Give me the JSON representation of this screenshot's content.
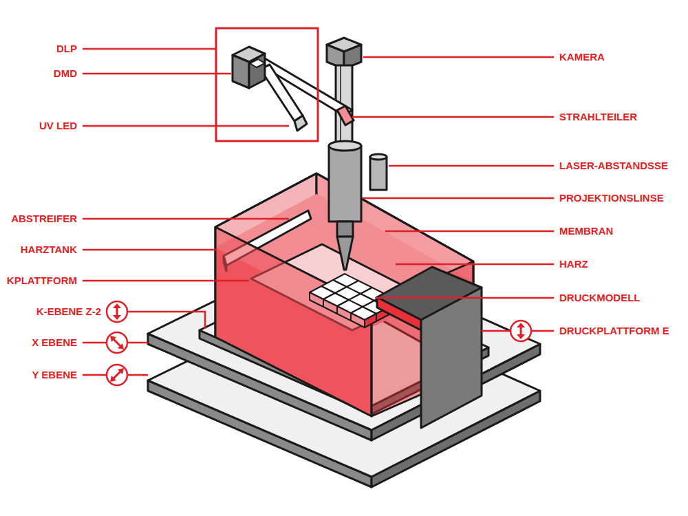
{
  "diagram": {
    "labels": [
      "DLP",
      "DMD",
      "UV LED",
      "KAMERA",
      "STRAHLTEILER",
      "LASER-ABSTANDSSE",
      "PROJEKTIONSLINSE",
      "ABSTREIFER",
      "MEMBRAN",
      "HARZTANK",
      "HARZ",
      "KPLATTFORM",
      "DRUCKMODELL",
      "K-EBENE Z-2",
      "DRUCKPLATTFORM E",
      "X EBENE",
      "Y EBENE"
    ]
  }
}
